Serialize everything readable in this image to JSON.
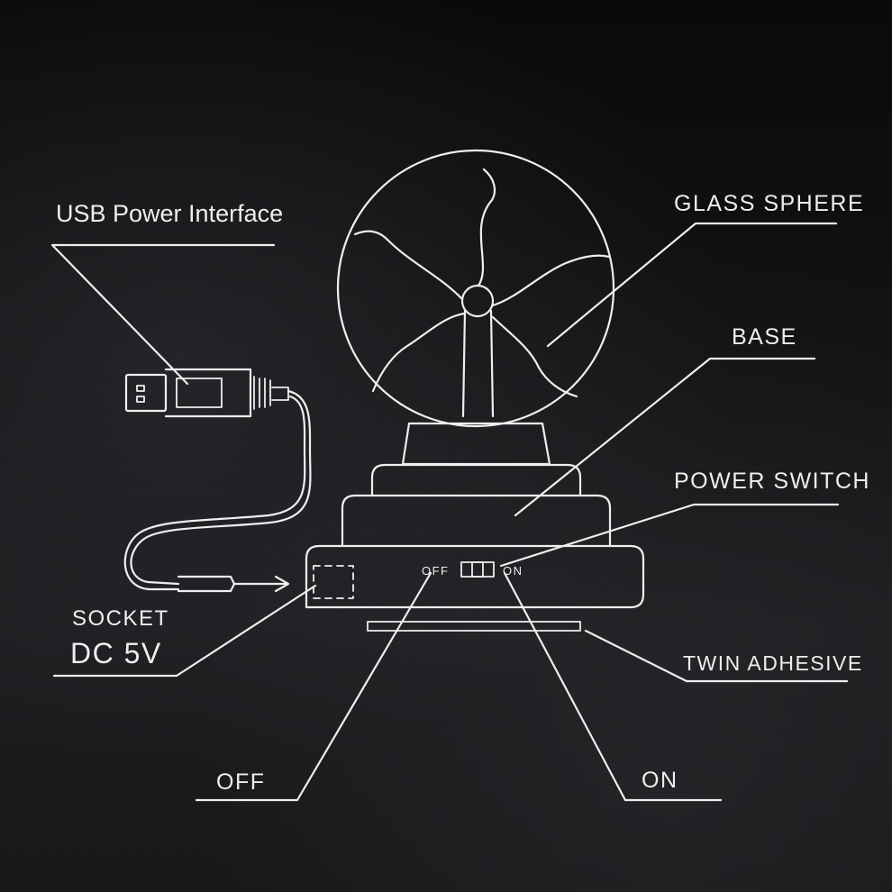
{
  "labels": {
    "usb": "USB Power Interface",
    "glass_sphere": "GLASS SPHERE",
    "base": "BASE",
    "power_switch": "POWER SWITCH",
    "socket": "SOCKET",
    "dc": "DC 5V",
    "twin_adhesive": "TWIN ADHESIVE",
    "off": "OFF",
    "on": "ON",
    "switch_off": "OFF",
    "switch_on": "ON"
  },
  "colors": {
    "line": "#eeeeee",
    "background": "#101012"
  }
}
